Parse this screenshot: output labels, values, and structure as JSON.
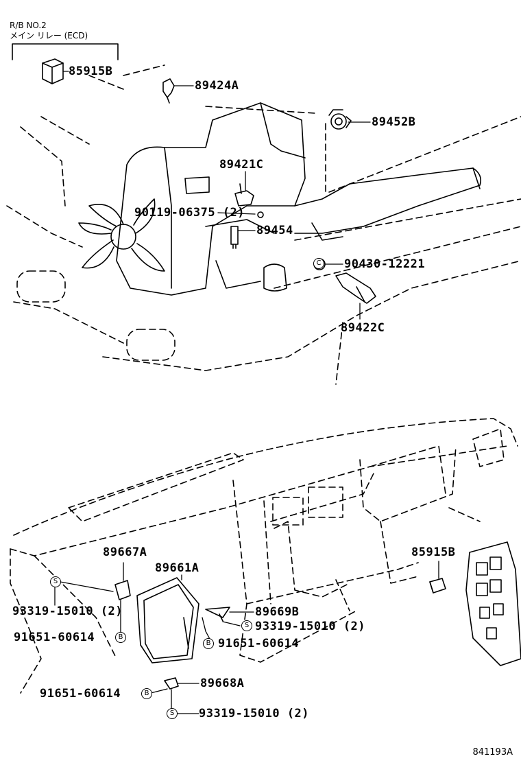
{
  "header": {
    "relay_box": "R/B NO.2",
    "relay_name": "メイン リレー (ECD)"
  },
  "parts": [
    {
      "id": "p1",
      "number": "85915B"
    },
    {
      "id": "p2",
      "number": "89424A"
    },
    {
      "id": "p3",
      "number": "89452B"
    },
    {
      "id": "p4",
      "number": "89421C"
    },
    {
      "id": "p5",
      "number": "90119-06375 (2)"
    },
    {
      "id": "p6",
      "number": "89454"
    },
    {
      "id": "p7",
      "number": "90430-12221"
    },
    {
      "id": "p8",
      "number": "89422C"
    },
    {
      "id": "p9",
      "number": "89667A"
    },
    {
      "id": "p10",
      "number": "89661A"
    },
    {
      "id": "p11",
      "number": "85915B"
    },
    {
      "id": "p12",
      "number": "93319-15010 (2)"
    },
    {
      "id": "p13",
      "number": "89669B"
    },
    {
      "id": "p14",
      "number": "93319-15010 (2)"
    },
    {
      "id": "p15",
      "number": "91651-60614"
    },
    {
      "id": "p16",
      "number": "91651-60614"
    },
    {
      "id": "p17",
      "number": "89668A"
    },
    {
      "id": "p18",
      "number": "91651-60614"
    },
    {
      "id": "p19",
      "number": "93319-15010 (2)"
    }
  ],
  "symbols": {
    "screw": "S",
    "bolt": "B",
    "gasket": "C"
  },
  "figure_code": "841193A"
}
